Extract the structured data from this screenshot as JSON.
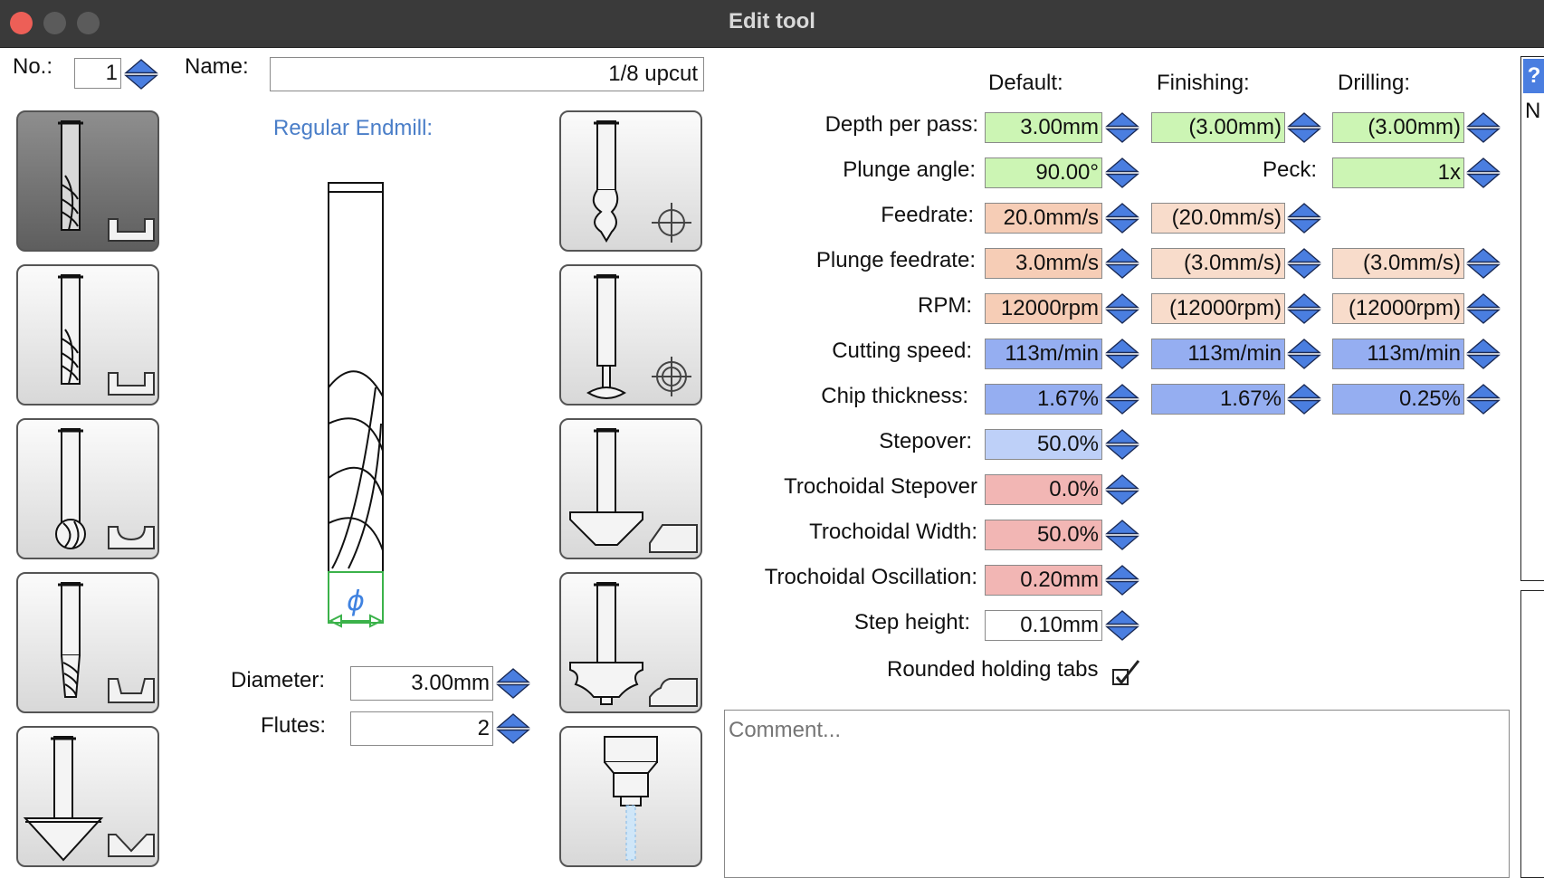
{
  "window": {
    "title": "Edit tool"
  },
  "header": {
    "no_label": "No.:",
    "no_value": "1",
    "name_label": "Name:",
    "name_value": "1/8 upcut"
  },
  "tool_type_label": "Regular Endmill:",
  "preview": {
    "diameter_symbol": "ϕ"
  },
  "geometry": {
    "diameter_label": "Diameter:",
    "diameter_value": "3.00mm",
    "flutes_label": "Flutes:",
    "flutes_value": "2"
  },
  "columns": {
    "default": "Default:",
    "finishing": "Finishing:",
    "drilling": "Drilling:"
  },
  "params": {
    "depth_per_pass": {
      "label": "Depth per pass:",
      "default": "3.00mm",
      "finishing": "(3.00mm)",
      "drilling": "(3.00mm)"
    },
    "plunge_angle": {
      "label": "Plunge angle:",
      "default": "90.00°",
      "peck_label": "Peck:",
      "peck": "1x"
    },
    "feedrate": {
      "label": "Feedrate:",
      "default": "20.0mm/s",
      "finishing": "(20.0mm/s)"
    },
    "plunge_feedrate": {
      "label": "Plunge feedrate:",
      "default": "3.0mm/s",
      "finishing": "(3.0mm/s)",
      "drilling": "(3.0mm/s)"
    },
    "rpm": {
      "label": "RPM:",
      "default": "12000rpm",
      "finishing": "(12000rpm)",
      "drilling": "(12000rpm)"
    },
    "cutting_speed": {
      "label": "Cutting speed:",
      "default": "113m/min",
      "finishing": "113m/min",
      "drilling": "113m/min"
    },
    "chip_thickness": {
      "label": "Chip thickness:",
      "default": "1.67%",
      "finishing": "1.67%",
      "drilling": "0.25%"
    },
    "stepover": {
      "label": "Stepover:",
      "default": "50.0%"
    },
    "trochoidal_stepover": {
      "label": "Trochoidal Stepover",
      "default": "0.0%"
    },
    "trochoidal_width": {
      "label": "Trochoidal Width:",
      "default": "50.0%"
    },
    "trochoidal_oscillation": {
      "label": "Trochoidal Oscillation:",
      "default": "0.20mm"
    },
    "step_height": {
      "label": "Step height:",
      "default": "0.10mm"
    }
  },
  "rounded_tabs": {
    "label": "Rounded holding tabs",
    "checked": true
  },
  "comment": {
    "placeholder": "Comment..."
  },
  "side_panel": {
    "help_glyph": "?",
    "letter": "N"
  },
  "colors": {
    "accent_blue": "#4a7ee0",
    "field_green": "#ccf5b4",
    "field_orange": "#f6cdb6",
    "field_blue": "#95aef1",
    "field_blue_light": "#bed0f8",
    "field_red": "#f2b6b4",
    "close": "#ed5f57",
    "inactive_traffic": "#5b5b5b"
  },
  "tool_buttons": [
    {
      "name": "flat-endmill-button",
      "icon": "flat-endmill-icon",
      "selected": true
    },
    {
      "name": "flat-endmill-2-button",
      "icon": "flat-endmill-icon",
      "selected": false
    },
    {
      "name": "ball-endmill-button",
      "icon": "ball-endmill-icon",
      "selected": false
    },
    {
      "name": "tapered-endmill-button",
      "icon": "tapered-endmill-icon",
      "selected": false
    },
    {
      "name": "v-bit-button",
      "icon": "v-bit-icon",
      "selected": false
    },
    {
      "name": "drill-bit-button",
      "icon": "drill-bit-icon",
      "selected": false
    },
    {
      "name": "tslot-cutter-button",
      "icon": "tslot-cutter-icon",
      "selected": false
    },
    {
      "name": "chamfer-cutter-button",
      "icon": "chamfer-cutter-icon",
      "selected": false
    },
    {
      "name": "ogee-router-bit-button",
      "icon": "ogee-bit-icon",
      "selected": false
    },
    {
      "name": "laser-tool-button",
      "icon": "laser-tool-icon",
      "selected": false
    }
  ]
}
